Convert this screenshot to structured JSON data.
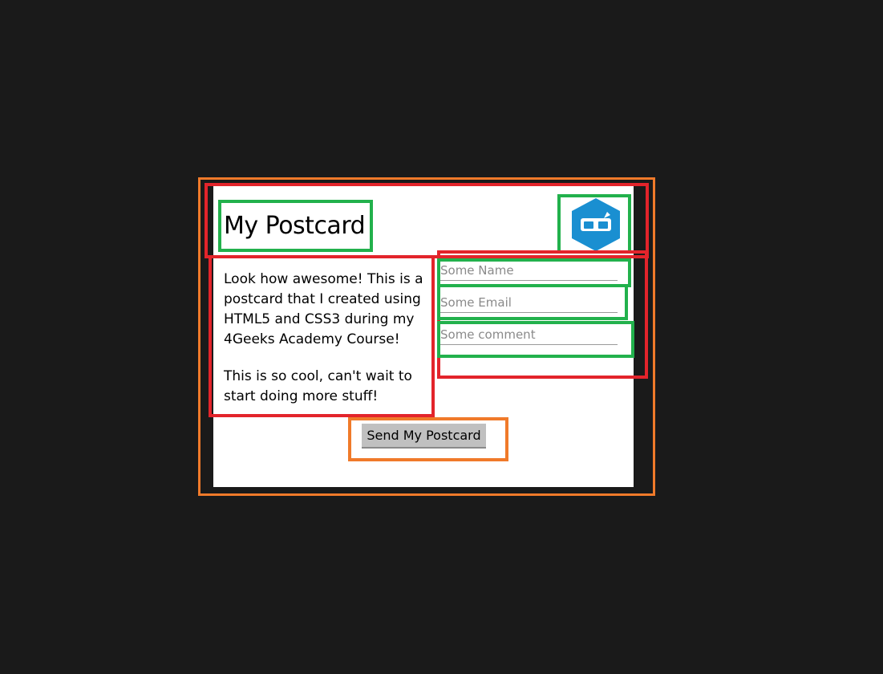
{
  "postcard": {
    "title": "My Postcard",
    "logo_icon": "4geeks-logo-icon",
    "body_paragraphs": [
      "Look how awesome! This is a postcard that I created using HTML5 and CSS3 during my 4Geeks Academy Course!",
      "This is so cool, can't wait to start doing more stuff!"
    ],
    "form": {
      "name_placeholder": "Some Name",
      "email_placeholder": "Some Email",
      "comment_placeholder": "Some comment"
    },
    "send_button_label": "Send My Postcard"
  },
  "colors": {
    "background": "#1a1a1a",
    "card": "#ffffff",
    "outline_orange": "#f07a2a",
    "outline_red": "#e3242b",
    "outline_green": "#22b14c",
    "logo_blue": "#1a8fd1",
    "button": "#c0c0c0"
  }
}
